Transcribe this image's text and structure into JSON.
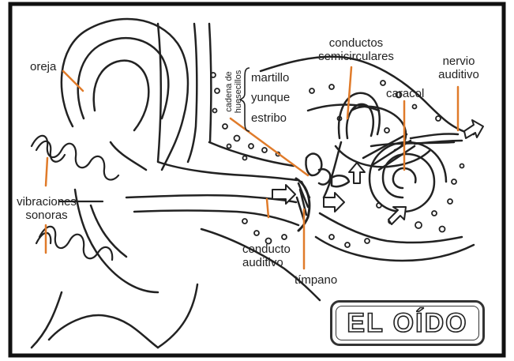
{
  "title": "EL OÍDO",
  "labels": {
    "oreja": "oreja",
    "vibraciones": [
      "vibraciones",
      "sonoras"
    ],
    "cadena": [
      "cadena de",
      "huesecillos"
    ],
    "martillo": "martillo",
    "yunque": "yunque",
    "estribo": "estribo",
    "conductos": [
      "conductos",
      "semicirculares"
    ],
    "caracol": "caracol",
    "nervio": [
      "nervio",
      "auditivo"
    ],
    "conducto": [
      "conducto",
      "auditivo"
    ],
    "timpano": "tímpano"
  },
  "colors": {
    "leader": "#e07b2a",
    "ink": "#222222",
    "frame": "#111111"
  }
}
